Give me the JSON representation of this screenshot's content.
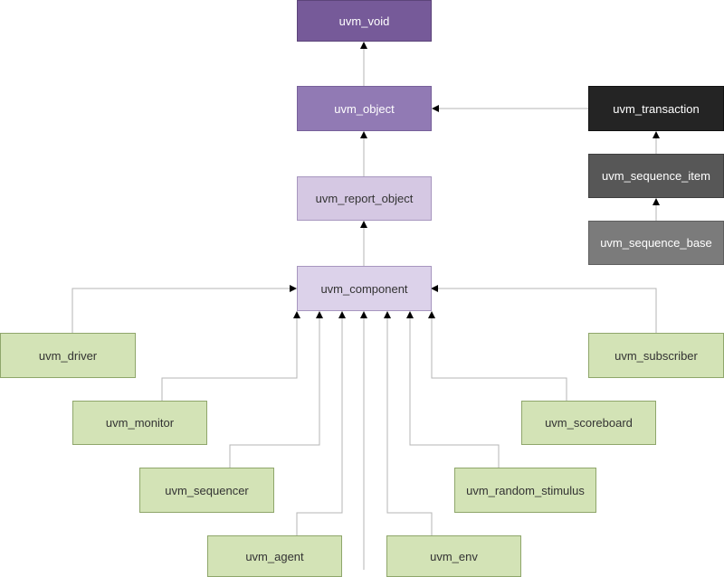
{
  "diagram": {
    "colors": {
      "void": "#765a99",
      "object": "#917ab4",
      "report_object": "#d5c8e3",
      "component": "#dcd2ea",
      "transaction": "#242424",
      "sequence_item": "#575757",
      "sequence_base": "#7b7b7b",
      "leaf_components": "#d3e3b6",
      "connector": "#b5b5b5",
      "arrowhead": "#000000"
    },
    "nodes": {
      "uvm_void": "uvm_void",
      "uvm_object": "uvm_object",
      "uvm_report_object": "uvm_report_object",
      "uvm_component": "uvm_component",
      "uvm_transaction": "uvm_transaction",
      "uvm_sequence_item": "uvm_sequence_item",
      "uvm_sequence_base": "uvm_sequence_base",
      "uvm_driver": "uvm_driver",
      "uvm_monitor": "uvm_monitor",
      "uvm_sequencer": "uvm_sequencer",
      "uvm_agent": "uvm_agent",
      "uvm_env": "uvm_env",
      "uvm_subscriber": "uvm_subscriber",
      "uvm_scoreboard": "uvm_scoreboard",
      "uvm_random_stimulus": "uvm_random_stimulus"
    },
    "inherits": [
      {
        "child": "uvm_object",
        "parent": "uvm_void"
      },
      {
        "child": "uvm_report_object",
        "parent": "uvm_object"
      },
      {
        "child": "uvm_component",
        "parent": "uvm_report_object"
      },
      {
        "child": "uvm_transaction",
        "parent": "uvm_object"
      },
      {
        "child": "uvm_sequence_item",
        "parent": "uvm_transaction"
      },
      {
        "child": "uvm_sequence_base",
        "parent": "uvm_sequence_item"
      },
      {
        "child": "uvm_driver",
        "parent": "uvm_component"
      },
      {
        "child": "uvm_monitor",
        "parent": "uvm_component"
      },
      {
        "child": "uvm_sequencer",
        "parent": "uvm_component"
      },
      {
        "child": "uvm_agent",
        "parent": "uvm_component"
      },
      {
        "child": "uvm_env",
        "parent": "uvm_component"
      },
      {
        "child": "uvm_random_stimulus",
        "parent": "uvm_component"
      },
      {
        "child": "uvm_scoreboard",
        "parent": "uvm_component"
      },
      {
        "child": "uvm_subscriber",
        "parent": "uvm_component"
      }
    ]
  }
}
